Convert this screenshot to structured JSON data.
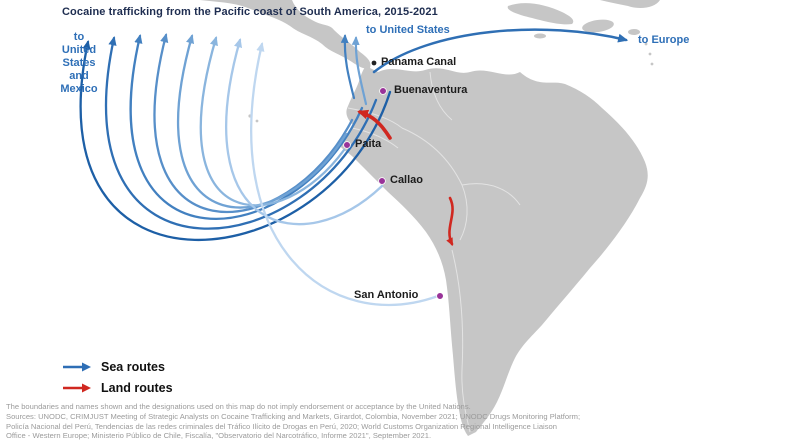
{
  "title": "Cocaine trafficking from the Pacific coast of South America, 2015-2021",
  "destinations": {
    "us_mexico": "to\nUnited\nStates\nand\nMexico",
    "us": "to United States",
    "europe": "to Europe"
  },
  "ports": [
    {
      "name": "Panama Canal"
    },
    {
      "name": "Buenaventura"
    },
    {
      "name": "Paita"
    },
    {
      "name": "Callao"
    },
    {
      "name": "San Antonio"
    }
  ],
  "legend": [
    {
      "label": "Sea routes",
      "color": "#2e6eb5",
      "type": "sea"
    },
    {
      "label": "Land routes",
      "color": "#d02820",
      "type": "land"
    }
  ],
  "colors": {
    "sea_route": "#2e6eb5",
    "land_route": "#d02820",
    "land": "#c6c6c6",
    "port_dot": "#993399",
    "destination_label": "#2e6fb7"
  },
  "footer": {
    "lines": [
      "The boundaries and names shown and the designations used on this map do not imply endorsement or acceptance by the United Nations.",
      "Sources: UNODC, CRIMJUST Meeting of Strategic Analysts on Cocaine Trafficking and Markets, Girardot, Colombia, November 2021; UNODC Drugs Monitoring Platform;",
      "Policía Nacional del Perú, Tendencias de las redes criminales del Tráfico Ilícito de Drogas en Perú, 2020; World Customs Organization Regional Intelligence Liaison",
      "Office - Western Europe; Ministerio Público de Chile, Fiscalía, \"Observatorio del Narcotráfico, Informe 2021\", September 2021."
    ]
  }
}
